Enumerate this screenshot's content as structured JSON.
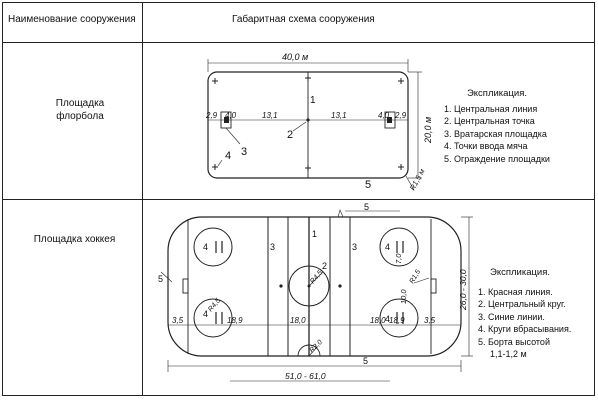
{
  "table": {
    "col1_header": "Наименование сооружения",
    "col2_header": "Габаритная схема сооружения"
  },
  "floorball": {
    "name_line1": "Площадка",
    "name_line2": "флорбола",
    "dim_length": "40,0 м",
    "dim_width": "20,0 м",
    "dim_corner": "R1,5 м",
    "seg_left_a": "2,9",
    "seg_left_b": "4,0",
    "seg_mid_left": "13,1",
    "seg_mid_right": "13,1",
    "seg_right_b": "4,0",
    "seg_right_a": "2,9",
    "callouts": [
      "1",
      "2",
      "3",
      "4",
      "5"
    ],
    "legend_title": "Экспликация.",
    "legend_items": [
      "1. Центральная линия",
      "2. Центральная точка",
      "3. Вратарская площадка",
      "4. Точки ввода  мяча",
      "5. Ограждение площадки"
    ]
  },
  "hockey": {
    "name": "Площадка хоккея",
    "dim_top": "5",
    "dim_bottom": "5",
    "dim_left": "5",
    "dim_width": "26,0 - 30,0",
    "dim_length": "51,0 - 61,0",
    "seg_left_end": "3,5",
    "seg_left_zone": "18,9",
    "seg_center_left": "18,0",
    "seg_center_right": "18,0",
    "seg_right_zone": "18,9",
    "seg_right_end": "3,5",
    "circle_r": "R4,5",
    "corner_r": "R1,5",
    "right_dim": "7,0",
    "right_dim2": "10,0",
    "bottom_r": "R3,0",
    "callouts": [
      "1",
      "2",
      "3",
      "3",
      "4",
      "4",
      "4",
      "4"
    ],
    "legend_title": "Экспликация.",
    "legend_items": [
      "1. Красная линия.",
      "2. Центральный круг.",
      "3. Синие линии.",
      "4. Круги вбрасывания.",
      "5. Борта высотой",
      "1,1-1,2 м"
    ]
  }
}
